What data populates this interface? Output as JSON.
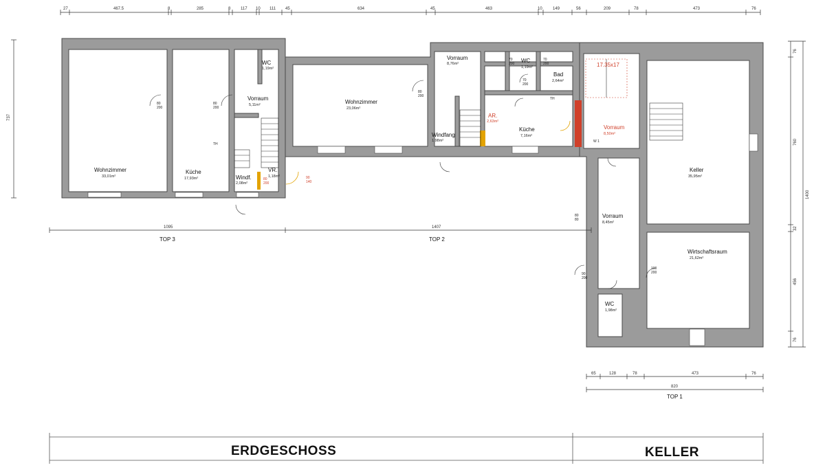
{
  "titles": {
    "erdgeschoss": "ERDGESCHOSS",
    "keller": "KELLER"
  },
  "units": {
    "top3": "TOP 3",
    "top2": "TOP 2",
    "top1": "TOP 1"
  },
  "top_dims": [
    "27",
    "467.5",
    "8",
    "285",
    "8",
    "117",
    "10",
    "111",
    "45",
    "634",
    "45",
    "463",
    "10",
    "149",
    "56",
    "209",
    "78",
    "473",
    "76"
  ],
  "bottom_dims": {
    "top3_total": "1095",
    "top2_total": "1407",
    "top1_parts": [
      "65",
      "128",
      "78",
      "473",
      "76"
    ],
    "top1_total": "820"
  },
  "side_dims": {
    "left": "737",
    "right": [
      "76",
      "760",
      "1400",
      "32",
      "456",
      "76"
    ]
  },
  "rooms": {
    "wohnzimmer_top3": {
      "name": "Wohnzimmer",
      "area": "33,01m²"
    },
    "kueche_top3": {
      "name": "Küche",
      "area": "17,93m²"
    },
    "vorraum_top3": {
      "name": "Vorraum",
      "area": "5,11m²"
    },
    "wc_top3": {
      "name": "WC",
      "area": "1,19m²"
    },
    "windf_top3": {
      "name": "Windf.",
      "area": "2,08m²"
    },
    "vr_top3": {
      "name": "VR.",
      "area": "1,18m²"
    },
    "wohnzimmer_top2": {
      "name": "Wohnzimmer",
      "area": "23,06m²"
    },
    "vorraum_top2": {
      "name": "Vorraum",
      "area": "8,76m²"
    },
    "wc_top2": {
      "name": "WC",
      "area": "1,19m²"
    },
    "bad_top2": {
      "name": "Bad",
      "area": "2,64m²"
    },
    "kueche_top2": {
      "name": "Küche",
      "area": "7,16m²"
    },
    "windfang_top2": {
      "name": "Windfang",
      "area": "1,98m²"
    },
    "ar_top2": {
      "name": "AR.",
      "area": "2,63m²"
    },
    "vorraum_keller": {
      "name": "Vorraum",
      "area": "8,50m²"
    },
    "keller": {
      "name": "Keller",
      "area": "35,95m²"
    },
    "vorraum_keller2": {
      "name": "Vorraum",
      "area": "8,45m²"
    },
    "wirtschaftsraum": {
      "name": "Wirtschaftsraum",
      "area": "21,62m²"
    },
    "wc_keller": {
      "name": "WC",
      "area": "1,98m²"
    }
  },
  "stair_label": "17.35x17",
  "labels": {
    "th": "TH",
    "w1": "W 1"
  },
  "door_sizes": {
    "d80_200": "80\n200",
    "d90_200": "90\n200",
    "d70_200": "70\n200",
    "d100_200": "100\n200",
    "d90_140": "90\n140",
    "d80_80": "80\n80"
  },
  "colors": {
    "wall": "#9b9b9b",
    "wall_stroke": "#4a4a4a",
    "highlight_red": "#d0402a",
    "highlight_orange": "#e3a300"
  }
}
